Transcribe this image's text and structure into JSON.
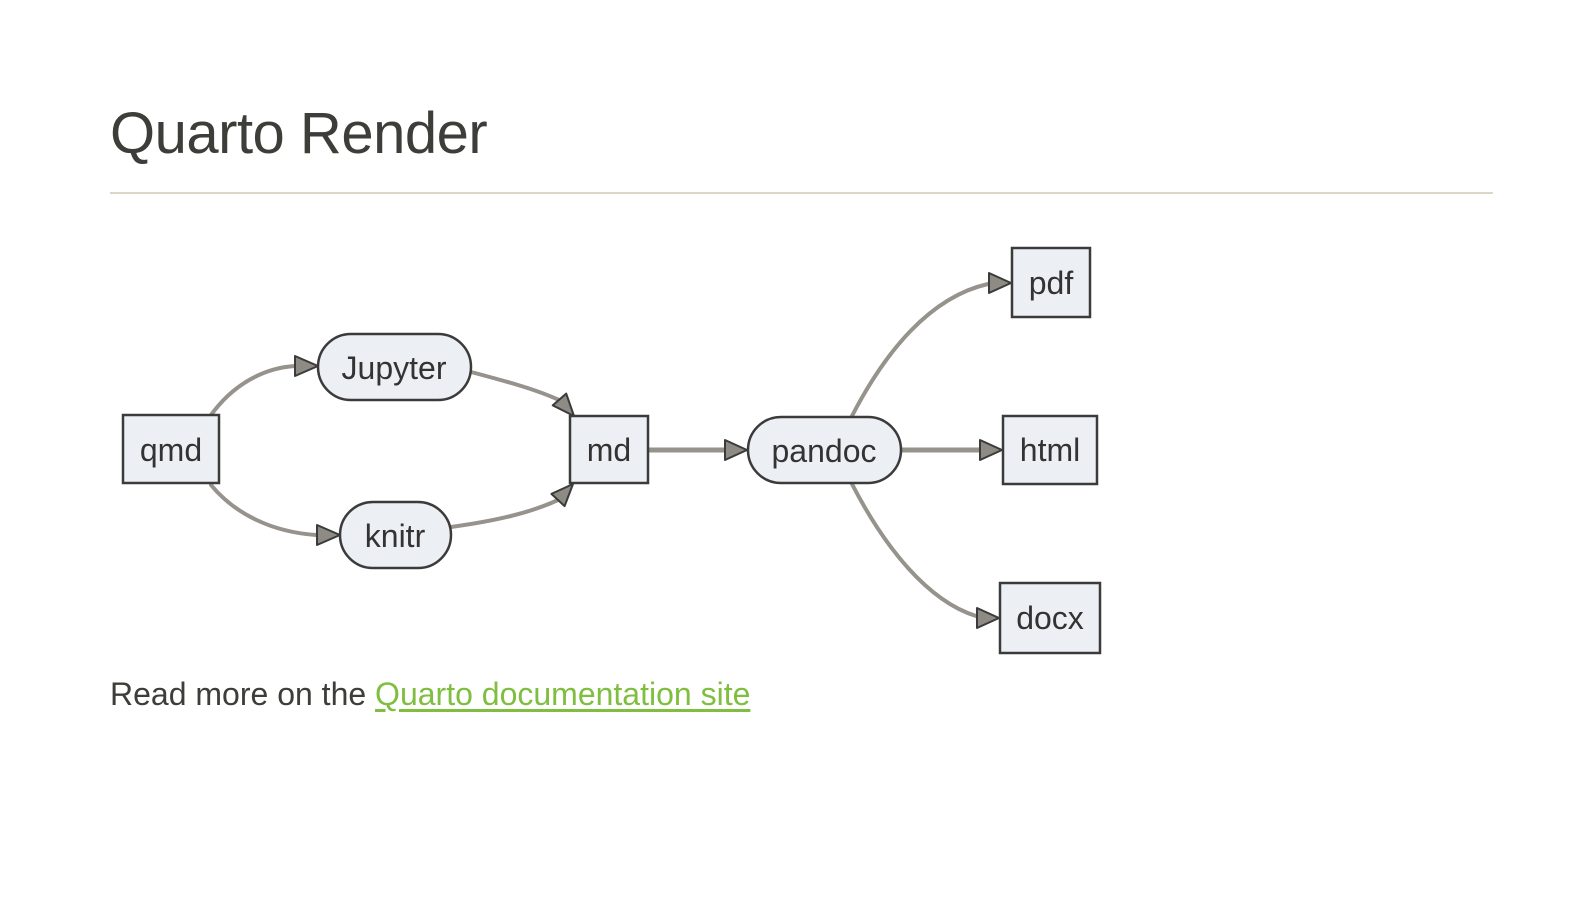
{
  "page": {
    "title": "Quarto Render",
    "body_text": {
      "prefix": "Read more on the ",
      "link_label": "Quarto documentation site"
    }
  },
  "colors": {
    "background": "#ffffff",
    "heading_text": "#3d3d39",
    "body_text": "#3d3d39",
    "divider": "#ddd5c7",
    "link_green": "#7fbe3f",
    "node_fill": "#eceff4",
    "node_border": "#3b3b3b",
    "node_label": "#333333",
    "edge_gray": "#96928c",
    "arrowhead_fill": "#8e8a84"
  },
  "diagram": {
    "type": "flowchart",
    "direction": "left-to-right",
    "nodes": [
      {
        "id": "qmd",
        "label": "qmd",
        "shape": "rectangle"
      },
      {
        "id": "jupyter",
        "label": "Jupyter",
        "shape": "stadium"
      },
      {
        "id": "knitr",
        "label": "knitr",
        "shape": "stadium"
      },
      {
        "id": "md",
        "label": "md",
        "shape": "rectangle"
      },
      {
        "id": "pandoc",
        "label": "pandoc",
        "shape": "stadium"
      },
      {
        "id": "pdf",
        "label": "pdf",
        "shape": "rectangle"
      },
      {
        "id": "html",
        "label": "html",
        "shape": "rectangle"
      },
      {
        "id": "docx",
        "label": "docx",
        "shape": "rectangle"
      }
    ],
    "edges": [
      {
        "from": "qmd",
        "to": "jupyter"
      },
      {
        "from": "qmd",
        "to": "knitr"
      },
      {
        "from": "jupyter",
        "to": "md"
      },
      {
        "from": "knitr",
        "to": "md"
      },
      {
        "from": "md",
        "to": "pandoc"
      },
      {
        "from": "pandoc",
        "to": "pdf"
      },
      {
        "from": "pandoc",
        "to": "html"
      },
      {
        "from": "pandoc",
        "to": "docx"
      }
    ]
  }
}
